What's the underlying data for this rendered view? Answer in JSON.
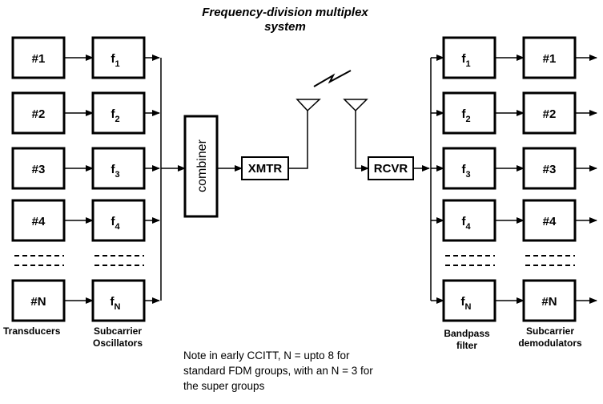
{
  "title": {
    "line1": "Frequency-division multiplex",
    "line2": "system"
  },
  "left_inputs": [
    "#1",
    "#2",
    "#3",
    "#4",
    "#N"
  ],
  "left_oscillators": [
    {
      "base": "f",
      "sub": "1"
    },
    {
      "base": "f",
      "sub": "2"
    },
    {
      "base": "f",
      "sub": "3"
    },
    {
      "base": "f",
      "sub": "4"
    },
    {
      "base": "f",
      "sub": "N"
    }
  ],
  "right_filters": [
    {
      "base": "f",
      "sub": "1"
    },
    {
      "base": "f",
      "sub": "2"
    },
    {
      "base": "f",
      "sub": "3"
    },
    {
      "base": "f",
      "sub": "4"
    },
    {
      "base": "f",
      "sub": "N"
    }
  ],
  "right_outputs": [
    "#1",
    "#2",
    "#3",
    "#4",
    "#N"
  ],
  "combiner_label": "combiner",
  "transmitter_label": "XMTR",
  "receiver_label": "RCVR",
  "captions": {
    "transducers": "Transducers",
    "subcarrier_oscillators": [
      "Subcarrier",
      "Oscillators"
    ],
    "bandpass_filter": [
      "Bandpass",
      "filter"
    ],
    "subcarrier_demodulators": [
      "Subcarrier",
      "demodulators"
    ]
  },
  "note": [
    "Note in early CCITT, N  = upto 8 for",
    "standard FDM groups, with an N = 3 for",
    "the super groups"
  ]
}
